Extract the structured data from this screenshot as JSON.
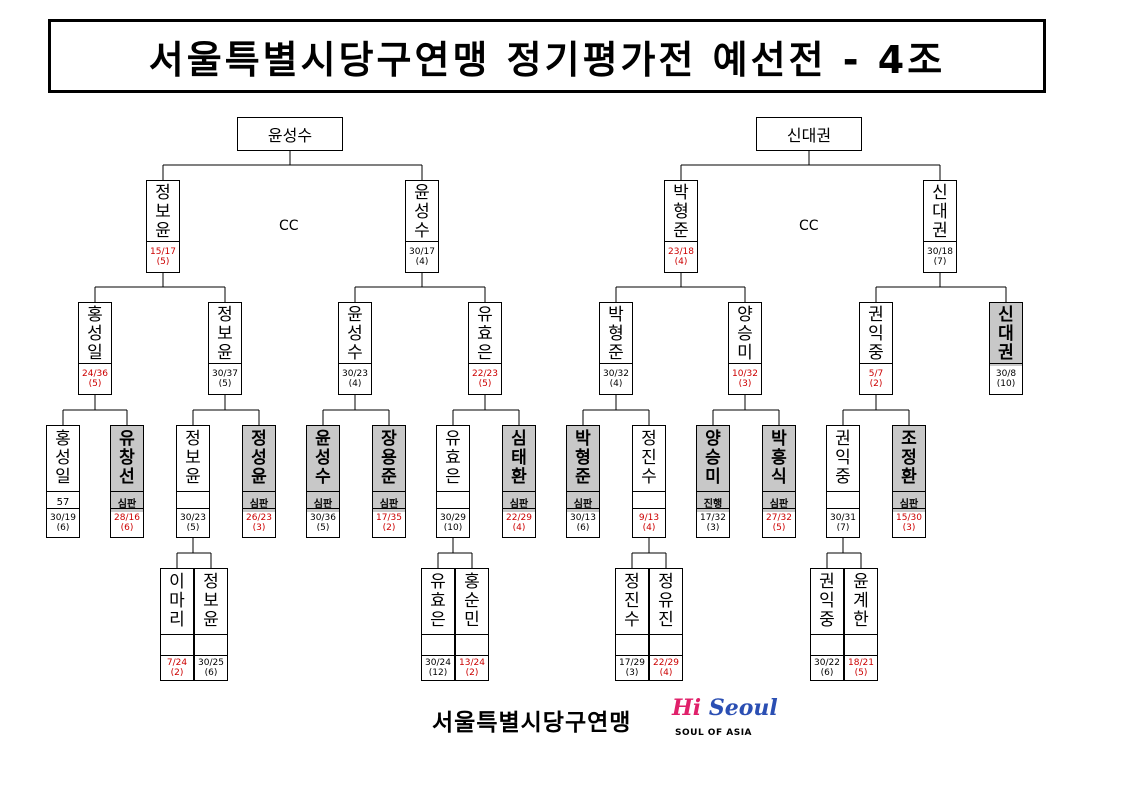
{
  "title": "서울특별시당구연맹 정기평가전 예선전 - 4조",
  "footer": {
    "org": "서울특별시당구연맹",
    "logo_main": "Hi Seoul",
    "logo_sub": "SOUL OF ASIA"
  },
  "cc_label": "CC",
  "groups": [
    {
      "winner": "윤성수"
    },
    {
      "winner": "신대권"
    }
  ],
  "nodes": [
    {
      "name": "정보윤",
      "score": "15/17",
      "rank": "(5)",
      "red": true
    },
    {
      "name": "윤성수",
      "score": "30/17",
      "rank": "(4)",
      "red": false
    },
    {
      "name": "박형준",
      "score": "23/18",
      "rank": "(4)",
      "red": true
    },
    {
      "name": "신대권",
      "score": "30/18",
      "rank": "(7)",
      "red": false
    },
    {
      "name": "홍성일",
      "score": "24/36",
      "rank": "(5)",
      "red": true
    },
    {
      "name": "정보윤",
      "score": "30/37",
      "rank": "(5)",
      "red": false
    },
    {
      "name": "윤성수",
      "score": "30/23",
      "rank": "(4)",
      "red": false
    },
    {
      "name": "유효은",
      "score": "22/23",
      "rank": "(5)",
      "red": true
    },
    {
      "name": "박형준",
      "score": "30/32",
      "rank": "(4)",
      "red": false
    },
    {
      "name": "양승미",
      "score": "10/32",
      "rank": "(3)",
      "red": true
    },
    {
      "name": "권익중",
      "score": "5/7",
      "rank": "(2)",
      "red": true
    },
    {
      "name": "신대권",
      "score": "30/8",
      "rank": "(10)",
      "red": false,
      "hl": true
    },
    {
      "name": "홍성일",
      "status": "57",
      "score": "30/19",
      "rank": "(6)",
      "red": false
    },
    {
      "name": "유창선",
      "status": "심판",
      "score": "28/16",
      "rank": "(6)",
      "red": true,
      "hl": true
    },
    {
      "name": "정보윤",
      "status": "",
      "score": "30/23",
      "rank": "(5)",
      "red": false
    },
    {
      "name": "정성윤",
      "status": "심판",
      "score": "26/23",
      "rank": "(3)",
      "red": true,
      "hl": true
    },
    {
      "name": "윤성수",
      "status": "심판",
      "score": "30/36",
      "rank": "(5)",
      "red": false,
      "hl": true
    },
    {
      "name": "장용준",
      "status": "심판",
      "score": "17/35",
      "rank": "(2)",
      "red": true,
      "hl": true
    },
    {
      "name": "유효은",
      "status": "",
      "score": "30/29",
      "rank": "(10)",
      "red": false
    },
    {
      "name": "심태환",
      "status": "심판",
      "score": "22/29",
      "rank": "(4)",
      "red": true,
      "hl": true
    },
    {
      "name": "박형준",
      "status": "심판",
      "score": "30/13",
      "rank": "(6)",
      "red": false,
      "hl": true
    },
    {
      "name": "정진수",
      "status": "",
      "score": "9/13",
      "rank": "(4)",
      "red": true
    },
    {
      "name": "양승미",
      "status": "진행",
      "score": "17/32",
      "rank": "(3)",
      "red": false,
      "hl": true
    },
    {
      "name": "박흥식",
      "status": "심판",
      "score": "27/32",
      "rank": "(5)",
      "red": true,
      "hl": true
    },
    {
      "name": "권익중",
      "status": "",
      "score": "30/31",
      "rank": "(7)",
      "red": false
    },
    {
      "name": "조정환",
      "status": "심판",
      "score": "15/30",
      "rank": "(3)",
      "red": true,
      "hl": true
    },
    {
      "name": "이마리",
      "status": "",
      "score": "7/24",
      "rank": "(2)",
      "red": true
    },
    {
      "name": "정보윤",
      "status": "",
      "score": "30/25",
      "rank": "(6)",
      "red": false
    },
    {
      "name": "유효은",
      "status": "",
      "score": "30/24",
      "rank": "(12)",
      "red": false
    },
    {
      "name": "홍순민",
      "status": "",
      "score": "13/24",
      "rank": "(2)",
      "red": true
    },
    {
      "name": "정진수",
      "status": "",
      "score": "17/29",
      "rank": "(3)",
      "red": false
    },
    {
      "name": "정유진",
      "status": "",
      "score": "22/29",
      "rank": "(4)",
      "red": true
    },
    {
      "name": "권익중",
      "status": "",
      "score": "30/22",
      "rank": "(6)",
      "red": false
    },
    {
      "name": "윤계한",
      "status": "",
      "score": "18/21",
      "rank": "(5)",
      "red": true
    }
  ]
}
